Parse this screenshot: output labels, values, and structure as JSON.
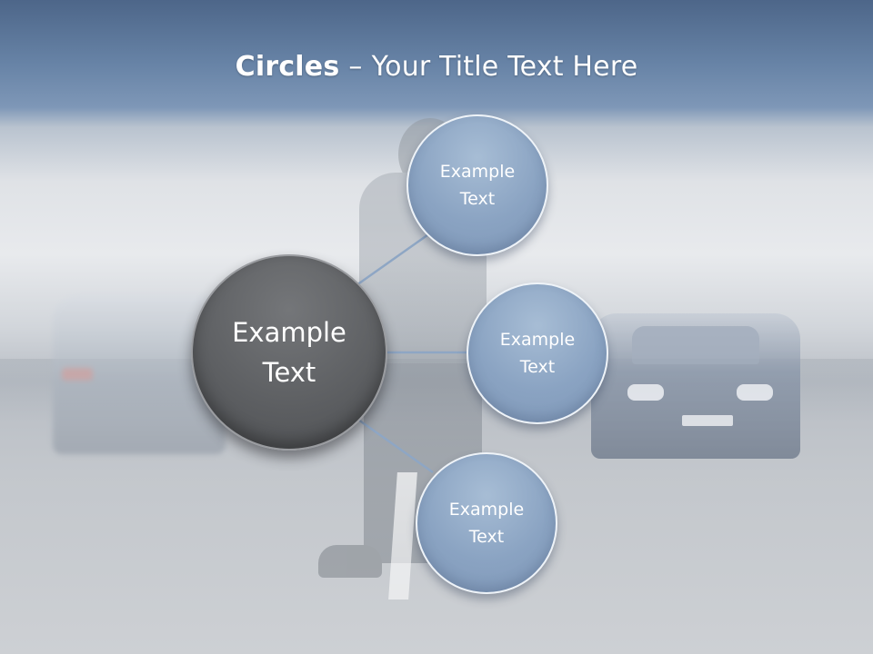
{
  "slide": {
    "title_bold": "Circles",
    "title_dash": "–",
    "title_rest": "Your Title Text Here"
  },
  "diagram": {
    "center": {
      "label": "Example\nText",
      "color": "#5f6164"
    },
    "satellites": [
      {
        "label": "Example\nText",
        "color": "#8aa3c2"
      },
      {
        "label": "Example\nText",
        "color": "#8aa3c2"
      },
      {
        "label": "Example\nText",
        "color": "#8aa3c2"
      }
    ],
    "connector_color": "#8ea6c4"
  },
  "background": {
    "description_colors": [
      "#4d6689",
      "#e8eaed",
      "#c9ccd0"
    ]
  }
}
